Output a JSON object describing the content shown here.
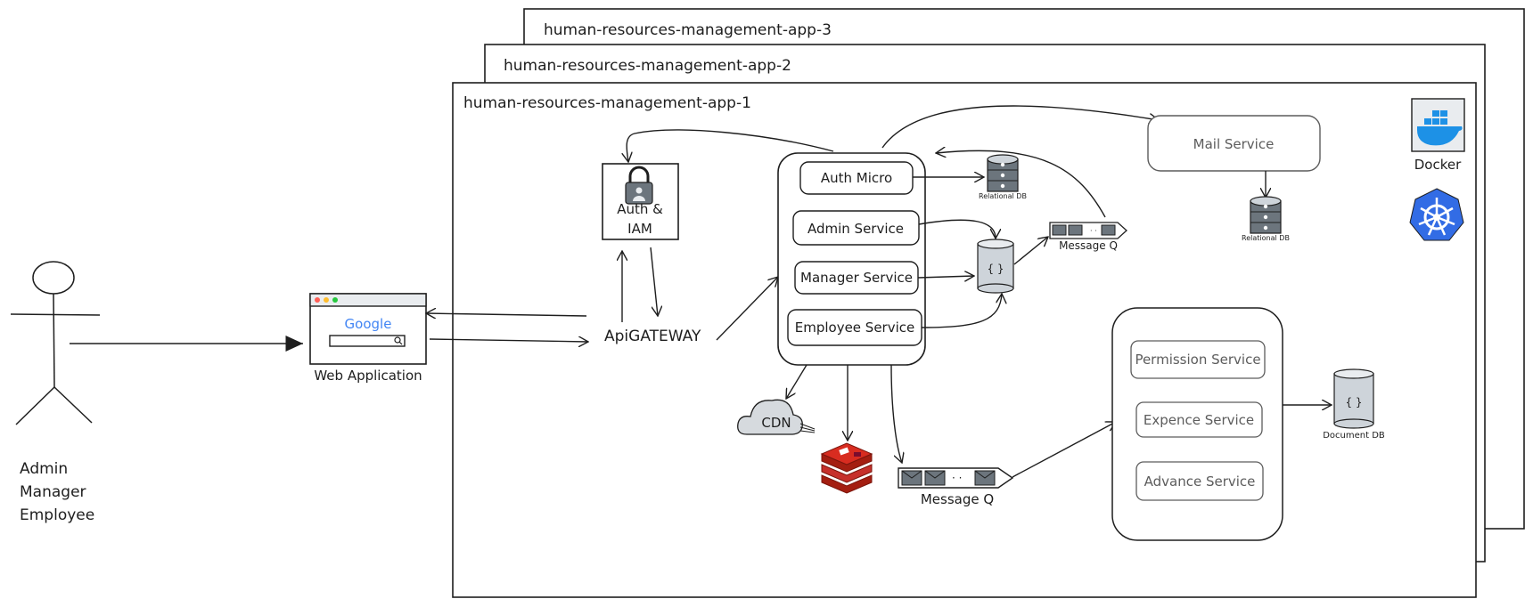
{
  "stack": {
    "app3_title": "human-resources-management-app-3",
    "app2_title": "human-resources-management-app-2",
    "app1_title": "human-resources-management-app-1"
  },
  "actor": {
    "roles": [
      "Admin",
      "Manager",
      "Employee"
    ]
  },
  "web_app": {
    "label": "Web Application",
    "search_logo": "Google"
  },
  "gateway": {
    "label": "ApiGATEWAY"
  },
  "auth_iam": {
    "line1": "Auth &",
    "line2": "IAM"
  },
  "services": {
    "auth": "Auth Micro",
    "admin": "Admin Service",
    "manager": "Manager Service",
    "employee": "Employee Service"
  },
  "databases": {
    "relational_1": "Relational DB",
    "relational_2": "Relational DB",
    "document": "Document DB",
    "json_symbol": "{ }"
  },
  "queues": {
    "small": "Message Q",
    "large": "Message Q",
    "dots": "· ·"
  },
  "cdn": {
    "label": "CDN"
  },
  "mail": {
    "label": "Mail Service"
  },
  "lower_group": {
    "permission": "Permission Service",
    "expence": "Expence Service",
    "advance": "Advance Service"
  },
  "platform": {
    "docker_label": "Docker"
  },
  "colors": {
    "stroke": "#1e1e1e",
    "grey_text": "#5c5c5c",
    "db_fill": "#ced4da",
    "docker_blue": "#1d91e6",
    "k8s_blue": "#326ce5",
    "redis_red": "#a41e11",
    "cdn_fill": "#d6dade"
  }
}
